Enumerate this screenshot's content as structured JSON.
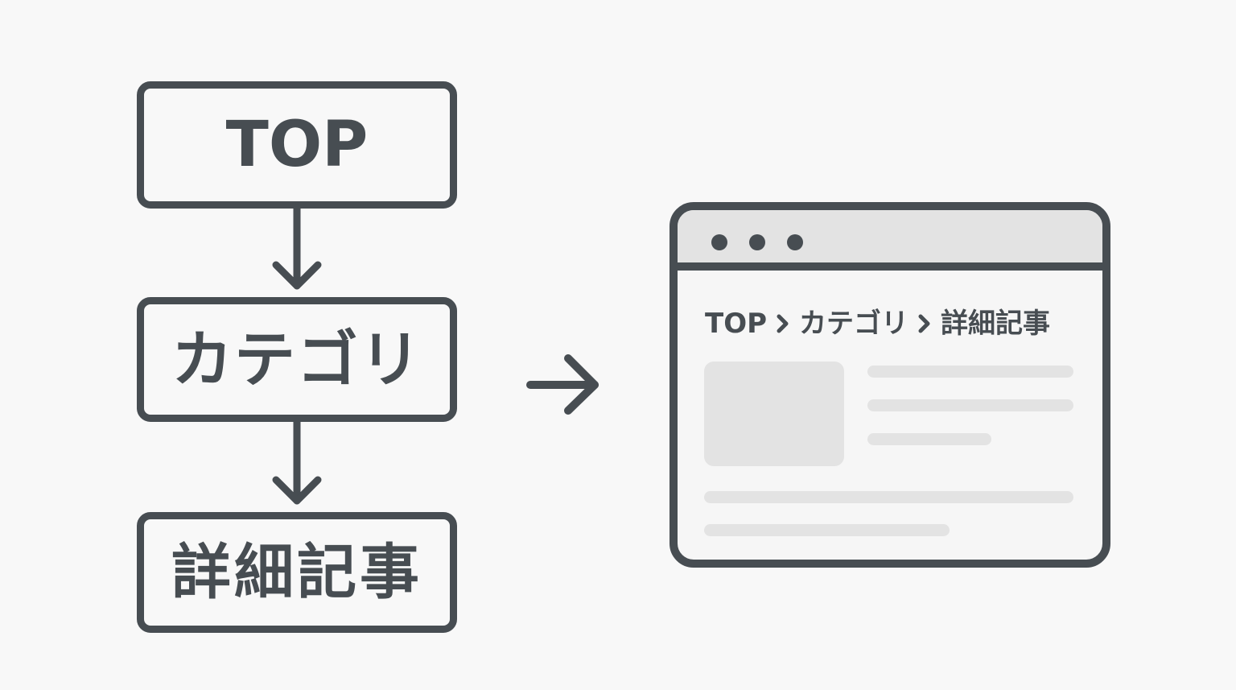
{
  "flow": {
    "step1": "TOP",
    "step2": "カテゴリ",
    "step3": "詳細記事"
  },
  "browser": {
    "breadcrumb": {
      "item1": "TOP",
      "item2": "カテゴリ",
      "item3": "詳細記事"
    }
  },
  "icons": {
    "flow_arrow": "arrow-down-icon",
    "transition_arrow": "arrow-right-icon",
    "crumb_separator": "chevron-right-icon",
    "window_controls": "dot-icon"
  },
  "colors": {
    "stroke": "#474d52",
    "background": "#f8f8f8",
    "placeholder": "#e3e3e3"
  }
}
